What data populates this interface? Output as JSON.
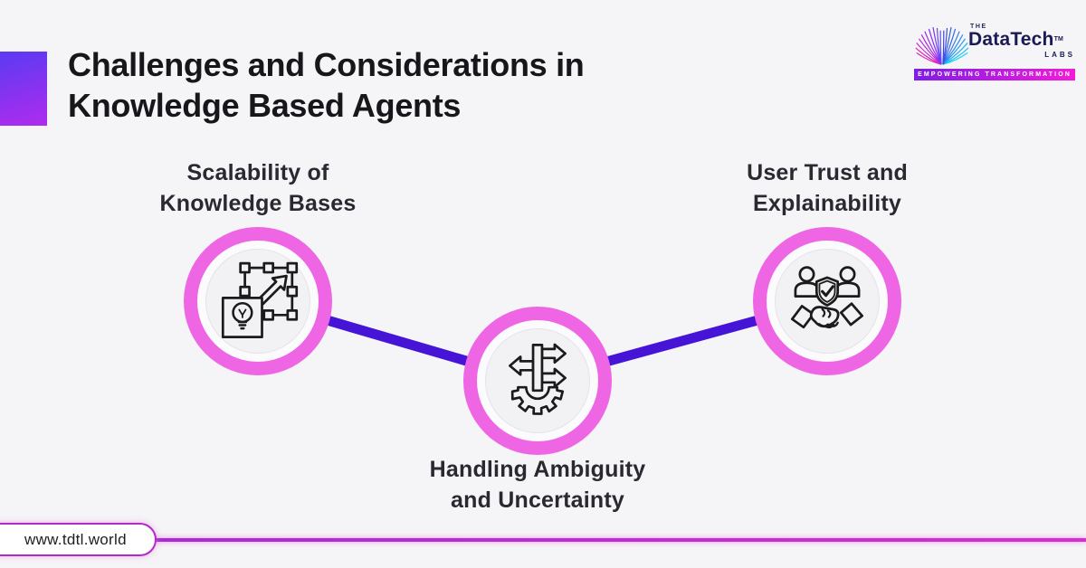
{
  "header": {
    "title_line1": "Challenges and Considerations in",
    "title_line2": "Knowledge Based Agents"
  },
  "logo": {
    "the": "THE",
    "brand": "DataTech",
    "tm": "TM",
    "labs": "LABS",
    "tagline": "EMPOWERING TRANSFORMATION",
    "wing_icon": "butterfly-wing-icon"
  },
  "nodes": [
    {
      "label_line1": "Scalability of",
      "label_line2": "Knowledge Bases",
      "icon": "scale-expand-lightbulb-icon"
    },
    {
      "label_line1": "Handling Ambiguity",
      "label_line2": "and Uncertainty",
      "icon": "direction-arrows-gear-icon"
    },
    {
      "label_line1": "User Trust and",
      "label_line2": "Explainability",
      "icon": "people-shield-handshake-icon"
    }
  ],
  "footer": {
    "website": "www.tdtl.world"
  },
  "colors": {
    "bg": "#F5F4F6",
    "accent_from": "#5A3BF2",
    "accent_to": "#B02BEE",
    "ring": "#EF66E5",
    "connector": "#4514D6",
    "bar_from": "#7F1DE4",
    "bar_to": "#F21CD7",
    "footer_from": "#A82BD4",
    "footer_to": "#D92BD2",
    "pill_border": "#B22BC8"
  }
}
